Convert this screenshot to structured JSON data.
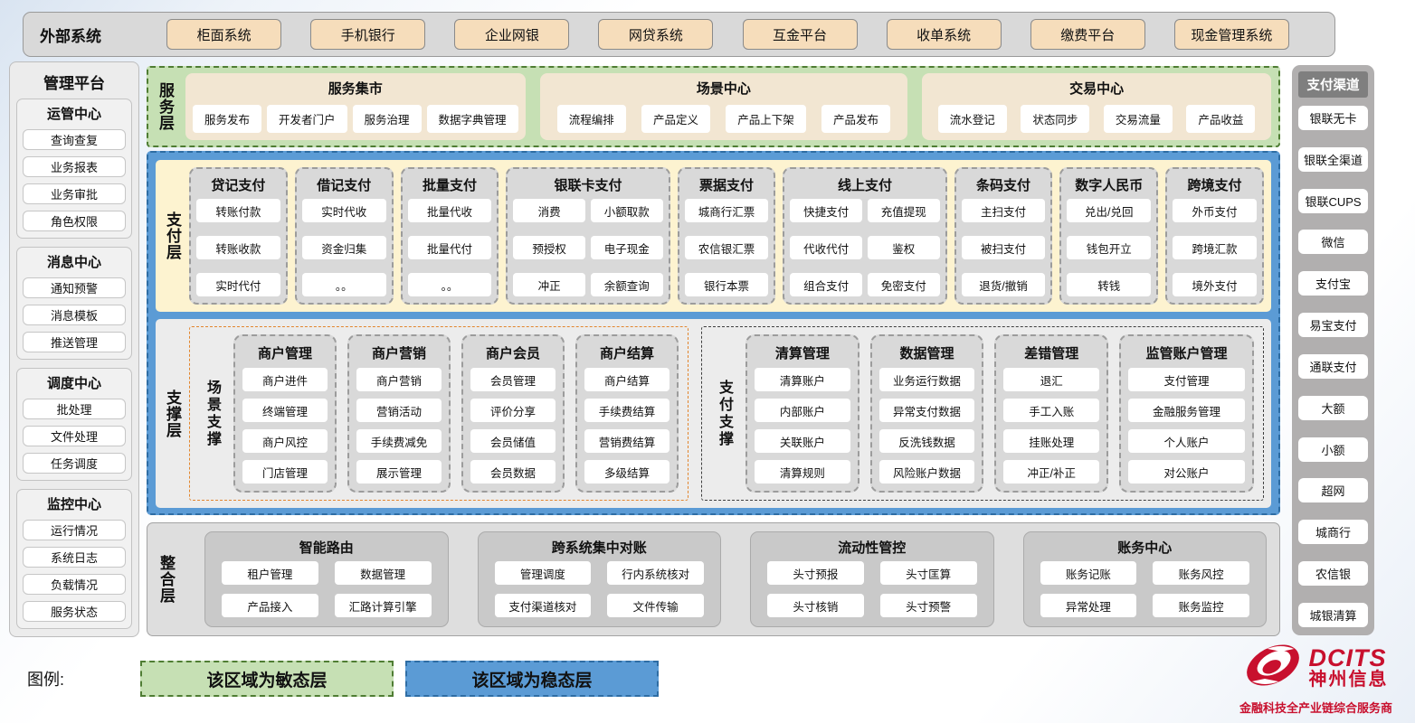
{
  "external_systems": {
    "label": "外部系统",
    "items": [
      "柜面系统",
      "手机银行",
      "企业网银",
      "网贷系统",
      "互金平台",
      "收单系统",
      "缴费平台",
      "现金管理系统"
    ]
  },
  "management_platform": {
    "title": "管理平台",
    "groups": [
      {
        "title": "运管中心",
        "items": [
          "查询查复",
          "业务报表",
          "业务审批",
          "角色权限"
        ]
      },
      {
        "title": "消息中心",
        "items": [
          "通知预警",
          "消息模板",
          "推送管理"
        ]
      },
      {
        "title": "调度中心",
        "items": [
          "批处理",
          "文件处理",
          "任务调度"
        ]
      },
      {
        "title": "监控中心",
        "items": [
          "运行情况",
          "系统日志",
          "负载情况",
          "服务状态"
        ]
      }
    ]
  },
  "service_layer": {
    "label": "服务层",
    "groups": [
      {
        "title": "服务集市",
        "items": [
          "服务发布",
          "开发者门户",
          "服务治理",
          "数据字典管理"
        ]
      },
      {
        "title": "场景中心",
        "items": [
          "流程编排",
          "产品定义",
          "产品上下架",
          "产品发布"
        ]
      },
      {
        "title": "交易中心",
        "items": [
          "流水登记",
          "状态同步",
          "交易流量",
          "产品收益"
        ]
      }
    ]
  },
  "payment_layer": {
    "label": "支付层",
    "columns": [
      {
        "title": "贷记支付",
        "cols": "1",
        "items": [
          "转账付款",
          "转账收款",
          "实时代付"
        ]
      },
      {
        "title": "借记支付",
        "cols": "1",
        "items": [
          "实时代收",
          "资金归集",
          "。。"
        ]
      },
      {
        "title": "批量支付",
        "cols": "1",
        "items": [
          "批量代收",
          "批量代付",
          "。。"
        ]
      },
      {
        "title": "银联卡支付",
        "cols": "2",
        "items": [
          "消费",
          "小额取款",
          "预授权",
          "电子现金",
          "冲正",
          "余额查询"
        ]
      },
      {
        "title": "票据支付",
        "cols": "1",
        "items": [
          "城商行汇票",
          "农信银汇票",
          "银行本票"
        ]
      },
      {
        "title": "线上支付",
        "cols": "2",
        "items": [
          "快捷支付",
          "充值提现",
          "代收代付",
          "鉴权",
          "组合支付",
          "免密支付"
        ]
      },
      {
        "title": "条码支付",
        "cols": "1",
        "items": [
          "主扫支付",
          "被扫支付",
          "退货/撤销"
        ]
      },
      {
        "title": "数字人民币",
        "cols": "1",
        "items": [
          "兑出/兑回",
          "钱包开立",
          "转钱"
        ]
      },
      {
        "title": "跨境支付",
        "cols": "1",
        "items": [
          "外币支付",
          "跨境汇款",
          "境外支付"
        ]
      }
    ]
  },
  "support_layer": {
    "label": "支撑层",
    "sections": [
      {
        "label": "场景支撑",
        "style": "scene",
        "columns": [
          {
            "title": "商户管理",
            "items": [
              "商户进件",
              "终端管理",
              "商户风控",
              "门店管理"
            ]
          },
          {
            "title": "商户营销",
            "items": [
              "商户营销",
              "营销活动",
              "手续费减免",
              "展示管理"
            ]
          },
          {
            "title": "商户会员",
            "items": [
              "会员管理",
              "评价分享",
              "会员储值",
              "会员数据"
            ]
          },
          {
            "title": "商户结算",
            "items": [
              "商户结算",
              "手续费结算",
              "营销费结算",
              "多级结算"
            ]
          }
        ]
      },
      {
        "label": "支付支撑",
        "style": "pay",
        "columns": [
          {
            "title": "清算管理",
            "items": [
              "清算账户",
              "内部账户",
              "关联账户",
              "清算规则"
            ]
          },
          {
            "title": "数据管理",
            "items": [
              "业务运行数据",
              "异常支付数据",
              "反洗钱数据",
              "风险账户数据"
            ]
          },
          {
            "title": "差错管理",
            "items": [
              "退汇",
              "手工入账",
              "挂账处理",
              "冲正/补正"
            ]
          },
          {
            "title": "监管账户管理",
            "items": [
              "支付管理",
              "金融服务管理",
              "个人账户",
              "对公账户"
            ]
          }
        ]
      }
    ]
  },
  "integration_layer": {
    "label": "整合层",
    "groups": [
      {
        "title": "智能路由",
        "items": [
          "租户管理",
          "数据管理",
          "产品接入",
          "汇路计算引擎"
        ]
      },
      {
        "title": "跨系统集中对账",
        "items": [
          "管理调度",
          "行内系统核对",
          "支付渠道核对",
          "文件传输"
        ]
      },
      {
        "title": "流动性管控",
        "items": [
          "头寸预报",
          "头寸匡算",
          "头寸核销",
          "头寸预警"
        ]
      },
      {
        "title": "账务中心",
        "items": [
          "账务记账",
          "账务风控",
          "异常处理",
          "账务监控"
        ]
      }
    ]
  },
  "payment_channels": {
    "title": "支付渠道",
    "items": [
      "银联无卡",
      "银联全渠道",
      "银联CUPS",
      "微信",
      "支付宝",
      "易宝支付",
      "通联支付",
      "大额",
      "小额",
      "超网",
      "城商行",
      "农信银",
      "城银清算"
    ]
  },
  "legend": {
    "label": "图例:",
    "items": [
      {
        "text": "该区域为敏态层",
        "style": "agile"
      },
      {
        "text": "该区域为稳态层",
        "style": "stable"
      }
    ]
  },
  "logo": {
    "name": "DCITS",
    "company": "神州信息",
    "tagline": "金融科技全产业链综合服务商"
  },
  "colors": {
    "agile_green": "#c6e0b4",
    "agile_border": "#4f7d33",
    "stable_blue": "#5b9bd5",
    "stable_border": "#2e6da4",
    "payment_cream": "#fdf3d0",
    "node_gray": "#d9d9d9",
    "scene_orange": "#e2862e",
    "brand_red": "#c8102e"
  }
}
